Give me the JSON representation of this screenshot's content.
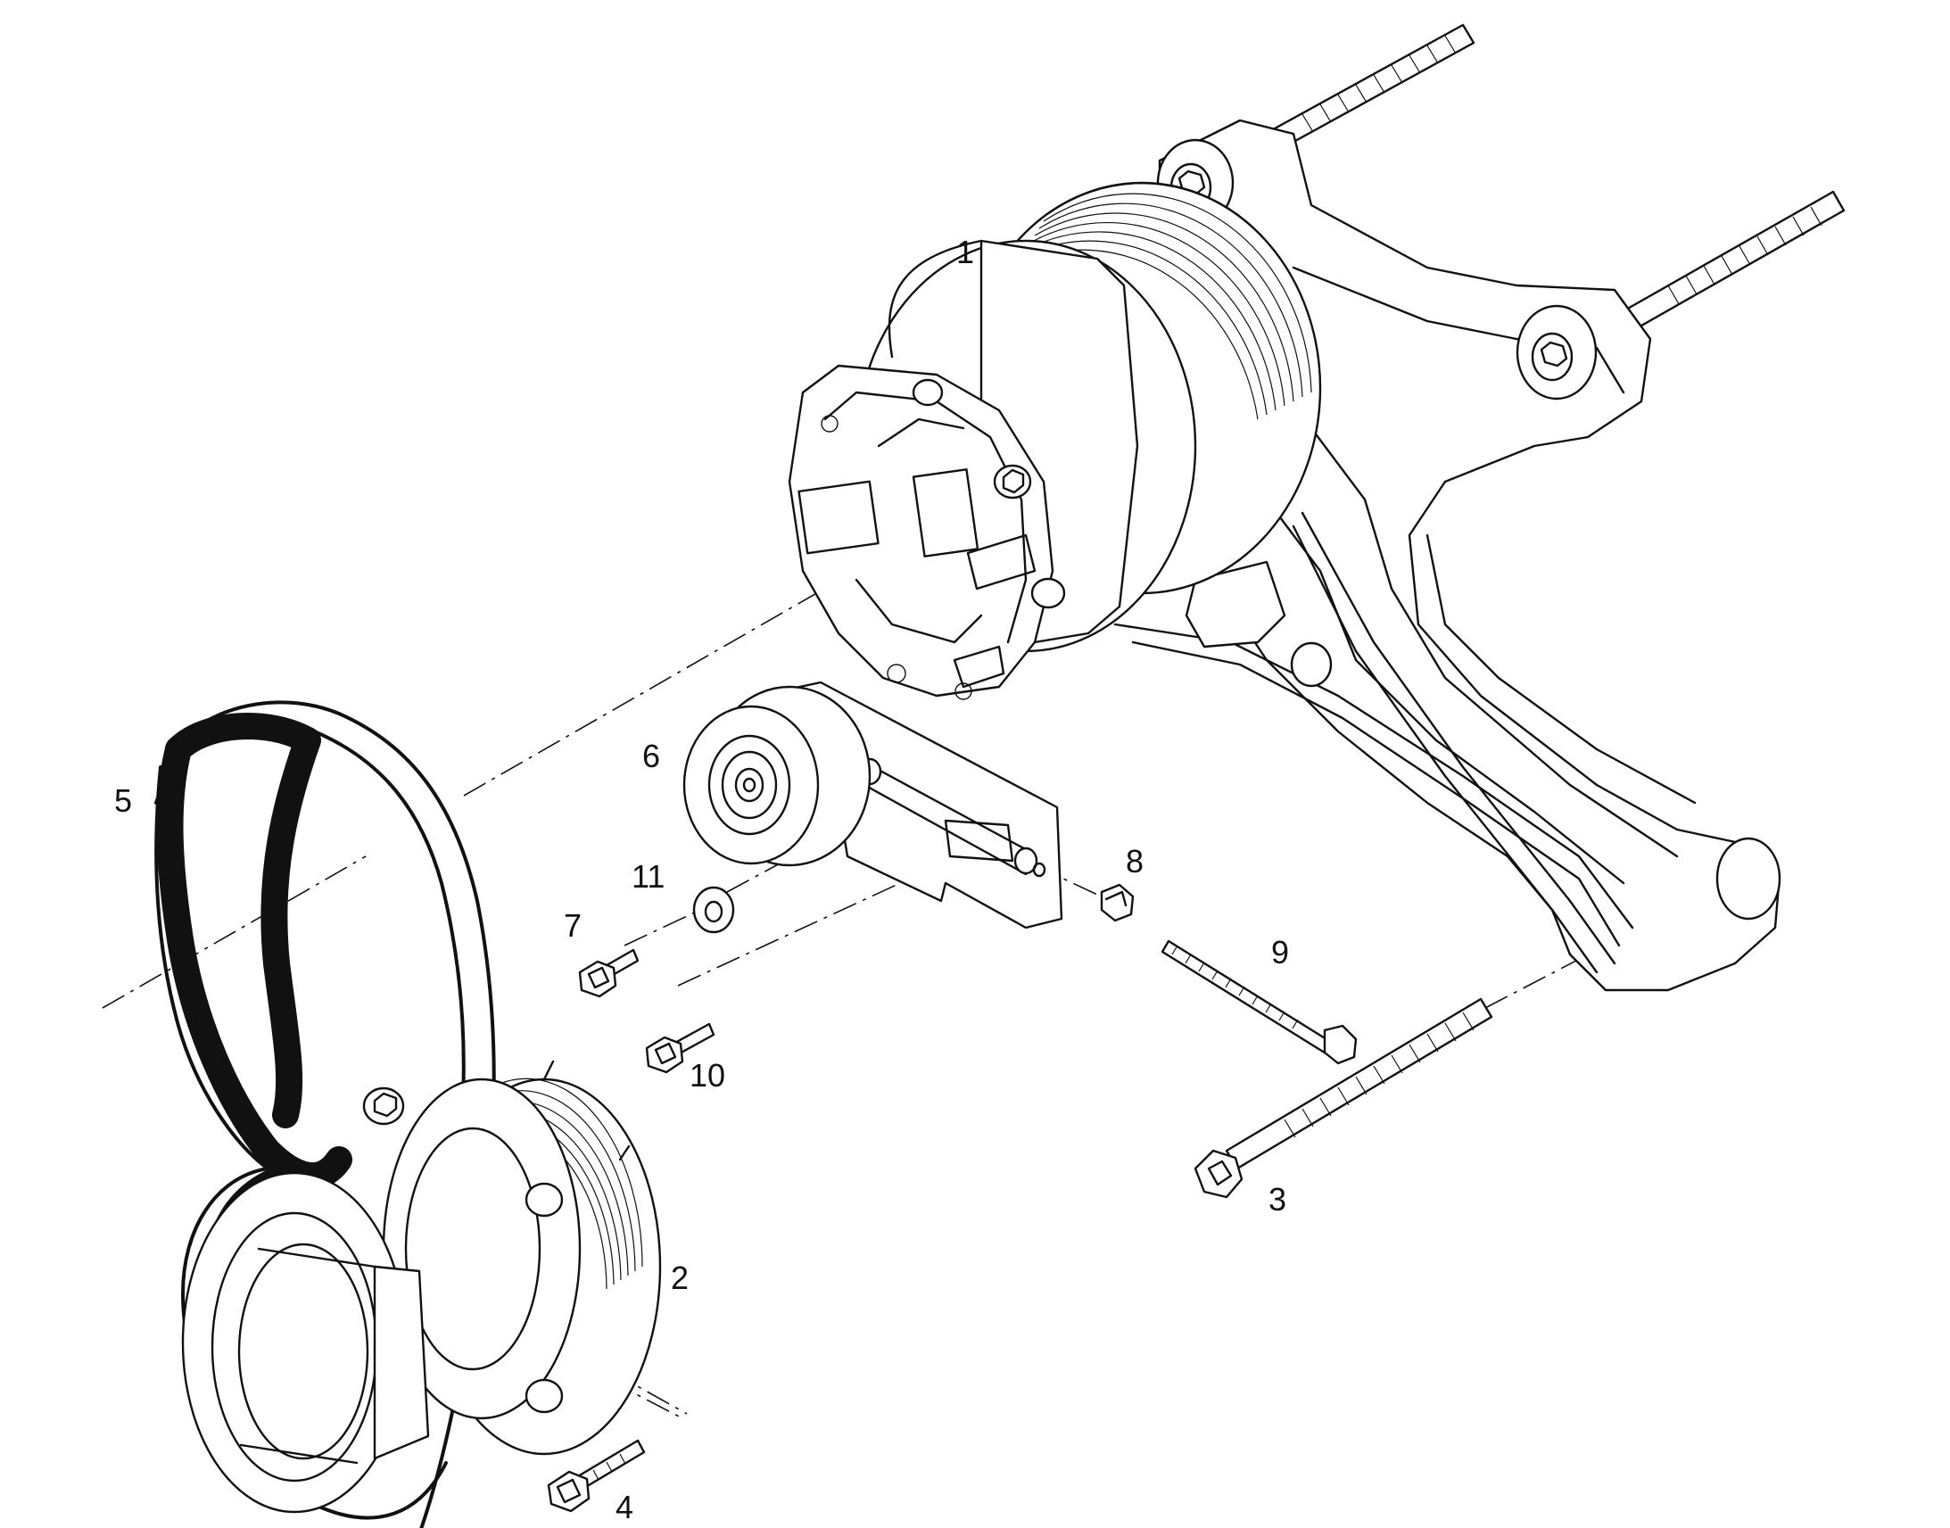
{
  "diagram": {
    "type": "exploded-parts-diagram",
    "callouts": [
      {
        "id": "1",
        "label": "1"
      },
      {
        "id": "2",
        "label": "2"
      },
      {
        "id": "3",
        "label": "3"
      },
      {
        "id": "4",
        "label": "4"
      },
      {
        "id": "5",
        "label": "5"
      },
      {
        "id": "6",
        "label": "6"
      },
      {
        "id": "7",
        "label": "7"
      },
      {
        "id": "8",
        "label": "8"
      },
      {
        "id": "9",
        "label": "9"
      },
      {
        "id": "10",
        "label": "10"
      },
      {
        "id": "11",
        "label": "11"
      }
    ],
    "line_color": "#111111",
    "background": "#ffffff"
  }
}
